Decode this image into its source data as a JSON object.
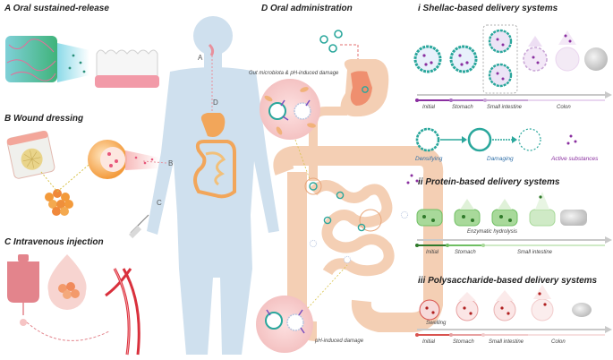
{
  "panels": {
    "a": "A Oral sustained-release",
    "b": "B Wound dressing",
    "c": "C Intravenous injection",
    "d": "D Oral administration"
  },
  "body_letters": {
    "a": "A",
    "b": "B",
    "c": "C",
    "d": "D"
  },
  "d_annotations": {
    "gut": "Gut microbiota & pH-induced damage",
    "ph": "pH-induced damage"
  },
  "shellac": {
    "title": "i Shellac-based delivery systems",
    "stages": [
      "Initial",
      "Stomach",
      "Small intestine",
      "Colon"
    ],
    "legend": [
      "Densifying",
      "Damaging",
      "Active substances"
    ]
  },
  "protein": {
    "title": "ii Protein-based delivery systems",
    "note": "Enzymatic hydrolysis",
    "stages": [
      "Initial",
      "Stomach",
      "Small intestine"
    ]
  },
  "poly": {
    "title": "iii Polysaccharide-based delivery systems",
    "note": "Swelling",
    "stages": [
      "Initial",
      "Stomach",
      "Small intestine",
      "Colon"
    ]
  },
  "colors": {
    "body": "#cfe0ee",
    "gut": "#f4cfb4",
    "shellac": "#2aa79c",
    "purple": "#8a2fa0",
    "protein": "#6fbf63",
    "poly": "#d9534f"
  }
}
